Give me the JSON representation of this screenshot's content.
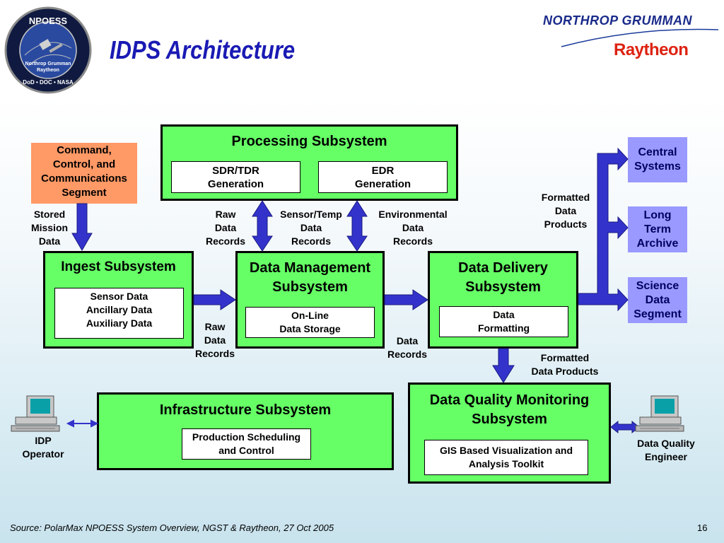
{
  "page": {
    "title": "IDPS Architecture",
    "source": "Source:  PolarMax NPOESS System Overview, NGST & Raytheon, 27 Oct 2005",
    "page_number": "16"
  },
  "logos": {
    "npoess": {
      "top": "NPOESS",
      "center1": "Northrop Grumman",
      "center2": "Raytheon",
      "bottom": "DoD • DOC • NASA"
    },
    "northrop": "NORTHROP GRUMMAN",
    "raytheon": "Raytheon"
  },
  "colors": {
    "subsystem_fill": "#66ff66",
    "segment_fill": "#9999ff",
    "ccc_fill": "#ff9966",
    "arrow": "#3333cc",
    "title": "#1a1ab4"
  },
  "ccc": {
    "lines": [
      "Command,",
      "Control, and",
      "Communications",
      "Segment"
    ]
  },
  "processing": {
    "title": "Processing Subsystem",
    "sdr": [
      "SDR/TDR",
      "Generation"
    ],
    "edr": [
      "EDR",
      "Generation"
    ]
  },
  "ingest": {
    "title": "Ingest Subsystem",
    "box": [
      "Sensor Data",
      "Ancillary Data",
      "Auxiliary Data"
    ]
  },
  "dms": {
    "title": [
      "Data Management",
      "Subsystem"
    ],
    "box": [
      "On-Line",
      "Data Storage"
    ]
  },
  "delivery": {
    "title": [
      "Data Delivery",
      "Subsystem"
    ],
    "box": [
      "Data",
      "Formatting"
    ]
  },
  "infra": {
    "title": "Infrastructure Subsystem",
    "box": [
      "Production Scheduling",
      "and Control"
    ]
  },
  "dqm": {
    "title": [
      "Data Quality Monitoring",
      "Subsystem"
    ],
    "box": [
      "GIS Based Visualization and",
      "Analysis Toolkit"
    ]
  },
  "segments": {
    "central": [
      "Central",
      "Systems"
    ],
    "archive": [
      "Long",
      "Term",
      "Archive"
    ],
    "science": [
      "Science",
      "Data",
      "Segment"
    ]
  },
  "labels": {
    "stored": [
      "Stored",
      "Mission",
      "Data"
    ],
    "raw_top": [
      "Raw",
      "Data",
      "Records"
    ],
    "sensor_temp": [
      "Sensor/Temp",
      "Data",
      "Records"
    ],
    "env": [
      "Environmental",
      "Data",
      "Records"
    ],
    "formatted_top": [
      "Formatted",
      "Data",
      "Products"
    ],
    "raw_bottom": [
      "Raw",
      "Data",
      "Records"
    ],
    "data_records": [
      "Data",
      "Records"
    ],
    "formatted_bottom": [
      "Formatted",
      "Data Products"
    ],
    "idp_operator": [
      "IDP",
      "Operator"
    ],
    "dq_engineer": [
      "Data Quality",
      "Engineer"
    ]
  }
}
